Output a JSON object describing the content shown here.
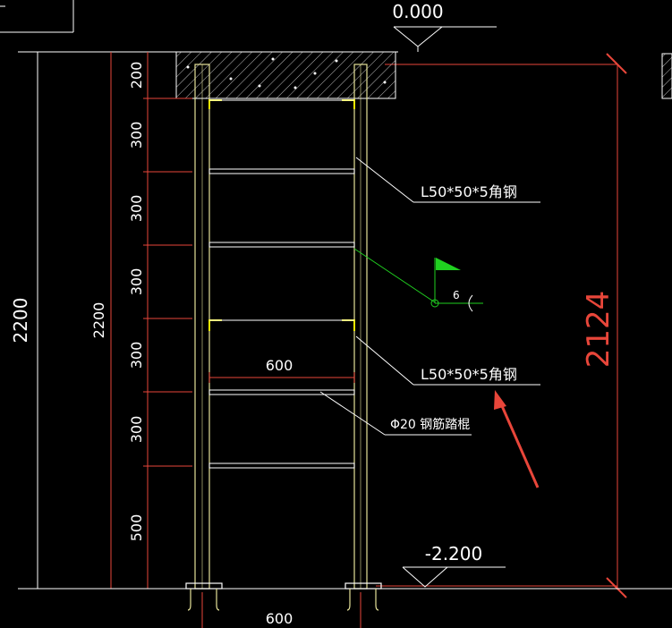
{
  "elevation_top": "0.000",
  "elevation_bottom": "-2.200",
  "outer_dim_left": "2200",
  "outer_dim_inner": "2200",
  "step_dims": [
    "200",
    "300",
    "300",
    "300",
    "300",
    "300",
    "500"
  ],
  "width_dim_mid": "600",
  "width_dim_bottom": "600",
  "callout_angle_top": "L50*50*5角钢",
  "callout_angle_mid": "L50*50*5角钢",
  "callout_rung": "Φ20 钢筋踏棍",
  "weld_symbol_value": "6",
  "total_height_red": "2124",
  "colors": {
    "background": "#000000",
    "lines": "#ffffff",
    "dim_red": "#e8463a",
    "rails": "#e6e29a",
    "weld_green": "#20d020",
    "angle_yellow": "#f5f000"
  }
}
